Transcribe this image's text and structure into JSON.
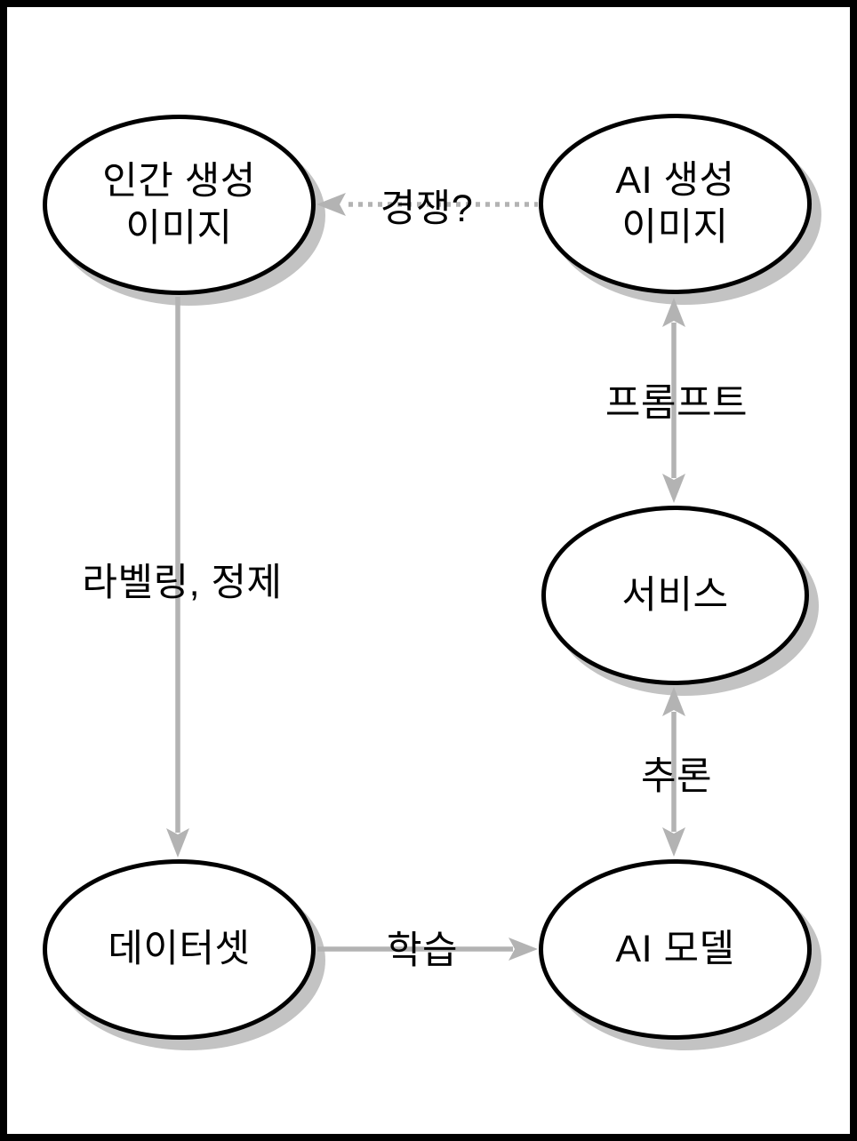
{
  "diagram": {
    "type": "flow-diagram",
    "language": "ko",
    "nodes": {
      "human_images": {
        "label": "인간 생성 이미지",
        "lines": [
          "인간 생성",
          "이미지"
        ]
      },
      "ai_images": {
        "label": "AI 생성 이미지",
        "lines": [
          "AI 생성",
          "이미지"
        ]
      },
      "service": {
        "label": "서비스"
      },
      "dataset": {
        "label": "데이터셋"
      },
      "ai_model": {
        "label": "AI 모델"
      }
    },
    "edges": {
      "competition": {
        "label": "경쟁?",
        "from": "ai_images",
        "to": "human_images",
        "style": "dotted",
        "direction": "one-way"
      },
      "prompt": {
        "label": "프롬프트",
        "from": "ai_images",
        "to": "service",
        "style": "solid",
        "direction": "two-way"
      },
      "labeling": {
        "label": "라벨링, 정제",
        "from": "human_images",
        "to": "dataset",
        "style": "solid",
        "direction": "one-way"
      },
      "inference": {
        "label": "추론",
        "from": "service",
        "to": "ai_model",
        "style": "solid",
        "direction": "two-way"
      },
      "training": {
        "label": "학습",
        "from": "dataset",
        "to": "ai_model",
        "style": "solid",
        "direction": "one-way"
      }
    },
    "colors": {
      "background": "#ffffff",
      "frame_border": "#000000",
      "node_fill": "#ffffff",
      "node_stroke": "#000000",
      "node_shadow": "#c3c3c3",
      "arrow": "#b3b3b3",
      "text": "#000000"
    }
  }
}
